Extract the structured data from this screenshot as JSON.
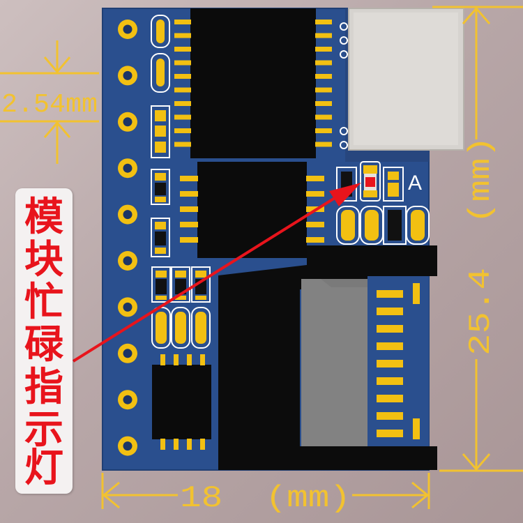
{
  "dimensions": {
    "pitch_label": "2.54mm",
    "width_label": "18  (mm)",
    "height_label": "25.4  (mm)"
  },
  "board": {
    "silkscreen_label": "A"
  },
  "callout": {
    "characters": [
      "模",
      "块",
      "忙",
      "碌",
      "指",
      "示",
      "灯"
    ]
  },
  "colors": {
    "pcb": "#2a4f8e",
    "pad_gold": "#f2c012",
    "dimension_gold": "#f2c230",
    "callout_text": "#e8141c",
    "arrow_red": "#e8141c",
    "led_red": "#e8141c"
  }
}
